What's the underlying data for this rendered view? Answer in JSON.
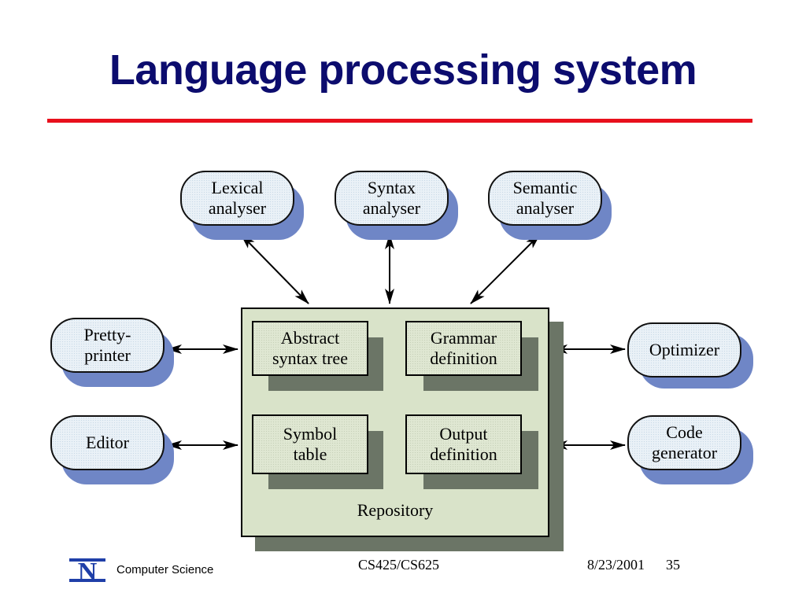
{
  "title": "Language processing system",
  "nodes": {
    "lexical": "Lexical\nanalyser",
    "syntax": "Syntax\nanalyser",
    "semantic": "Semantic\nanalyser",
    "pretty_printer": "Pretty-\nprinter",
    "editor": "Editor",
    "optimizer": "Optimizer",
    "code_generator": "Code\ngenerator"
  },
  "repository": {
    "label": "Repository",
    "items": {
      "ast": "Abstract\nsyntax tree",
      "grammar": "Grammar\ndefinition",
      "symbol": "Symbol\ntable",
      "output": "Output\ndefinition"
    }
  },
  "footer": {
    "department": "Computer Science",
    "course": "CS425/CS625",
    "date": "8/23/2001",
    "page": "35",
    "logo_letter": "N"
  },
  "colors": {
    "title": "#0c0c6e",
    "rule": "#e8101c",
    "pill_shadow": "#6f86c6",
    "repository_fill": "#d9e3c9",
    "repository_shadow": "#6b7566"
  }
}
